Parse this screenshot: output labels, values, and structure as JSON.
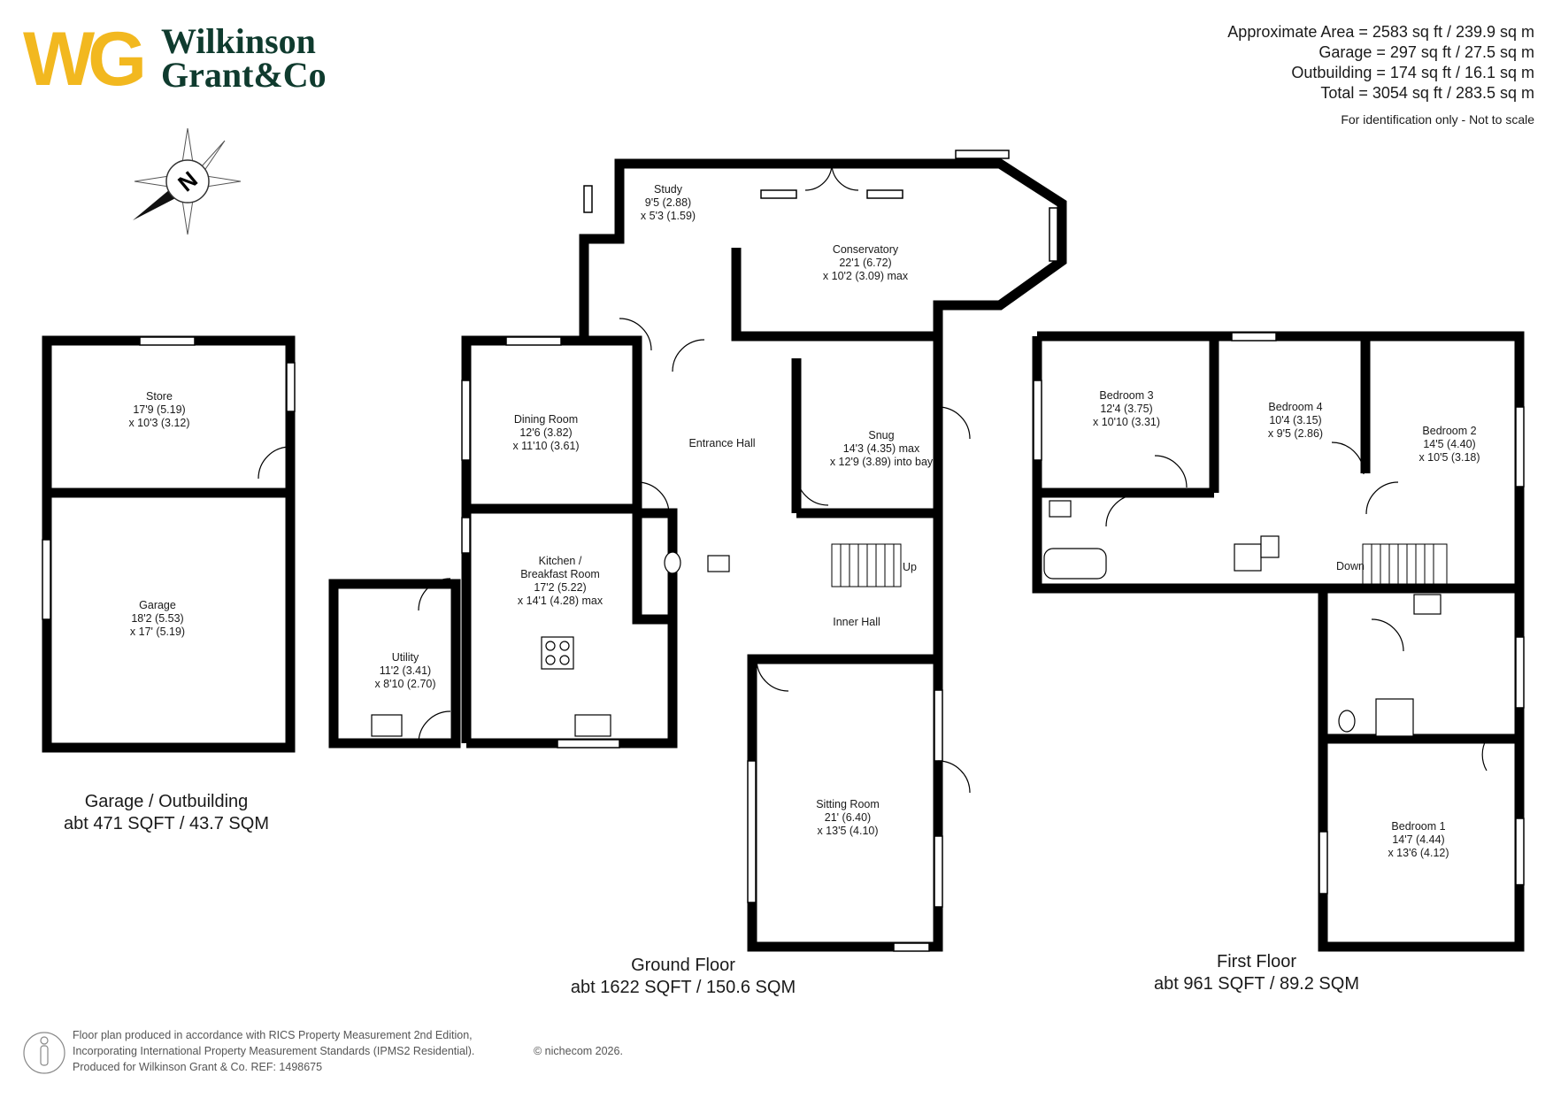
{
  "brand": {
    "logo_letters": "WG",
    "line1": "Wilkinson",
    "line2": "Grant",
    "amp": "&Co",
    "logo_color": "#f2b81f",
    "text_color": "#0f3b2e"
  },
  "areas": {
    "approximate": "Approximate Area = 2583 sq ft / 239.9 sq m",
    "garage": "Garage = 297 sq ft / 27.5 sq m",
    "outbuilding": "Outbuilding = 174 sq ft / 16.1 sq m",
    "total": "Total = 3054 sq ft / 283.5 sq m",
    "note": "For identification only - Not to scale"
  },
  "compass": {
    "label": "N",
    "icon": "compass-icon"
  },
  "rooms": {
    "store": [
      "Store",
      "17'9 (5.19)",
      "x 10'3 (3.12)"
    ],
    "garage": [
      "Garage",
      "18'2 (5.53)",
      "x 17' (5.19)"
    ],
    "utility": [
      "Utility",
      "11'2 (3.41)",
      "x 8'10 (2.70)"
    ],
    "study": [
      "Study",
      "9'5 (2.88)",
      "x 5'3 (1.59)"
    ],
    "conservatory": [
      "Conservatory",
      "22'1 (6.72)",
      "x 10'2 (3.09) max"
    ],
    "dining": [
      "Dining Room",
      "12'6 (3.82)",
      "x 11'10 (3.61)"
    ],
    "entrance": [
      "Entrance Hall"
    ],
    "snug": [
      "Snug",
      "14'3 (4.35) max",
      "x 12'9 (3.89) into bay"
    ],
    "kitchen": [
      "Kitchen /",
      "Breakfast Room",
      "17'2 (5.22)",
      "x 14'1 (4.28) max"
    ],
    "inner_hall": [
      "Inner Hall"
    ],
    "sitting": [
      "Sitting Room",
      "21' (6.40)",
      "x 13'5 (4.10)"
    ],
    "bedroom3": [
      "Bedroom 3",
      "12'4 (3.75)",
      "x 10'10 (3.31)"
    ],
    "bedroom4": [
      "Bedroom 4",
      "10'4 (3.15)",
      "x 9'5 (2.86)"
    ],
    "bedroom2": [
      "Bedroom 2",
      "14'5 (4.40)",
      "x 10'5 (3.18)"
    ],
    "bedroom1": [
      "Bedroom 1",
      "14'7 (4.44)",
      "x 13'6 (4.12)"
    ]
  },
  "stairs": {
    "up": "Up",
    "down": "Down"
  },
  "floors": {
    "garage_title": "Garage / Outbuilding",
    "garage_area": "abt 471 SQFT / 43.7 SQM",
    "ground_title": "Ground Floor",
    "ground_area": "abt 1622 SQFT / 150.6 SQM",
    "first_title": "First Floor",
    "first_area": "abt 961 SQFT / 89.2 SQM"
  },
  "footer": {
    "line1": "Floor plan produced in accordance with RICS Property Measurement 2nd Edition,",
    "line2": "Incorporating International Property Measurement Standards (IPMS2 Residential).",
    "copyright": "© nichecom  2026.",
    "line3": "Produced for Wilkinson Grant & Co.   REF:  1498675"
  }
}
